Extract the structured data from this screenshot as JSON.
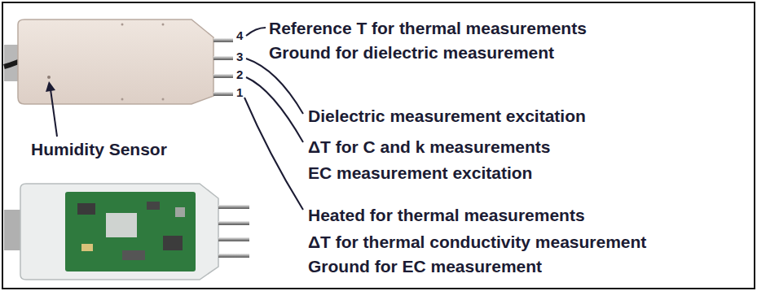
{
  "diagram": {
    "labels": [
      "4",
      "Reference T for thermal measurements",
      "Ground for dielectric measurement",
      "3",
      "2",
      "1",
      "Dielectric measurement excitation",
      "Humidity Sensor",
      "ΔT for C and k measurements",
      "EC measurement excitation",
      "Heated for thermal measurements",
      "ΔT for thermal conductivity measurement",
      "Ground for EC measurement"
    ]
  }
}
